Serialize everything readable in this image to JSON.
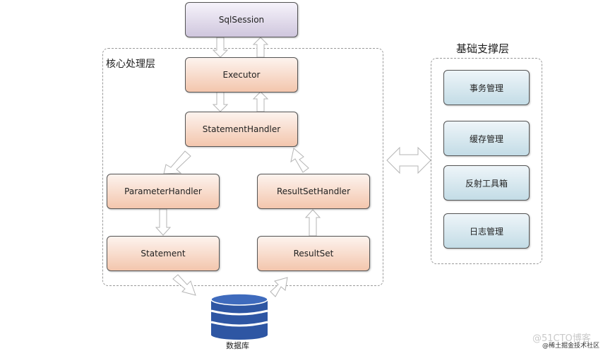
{
  "nodes": {
    "sqlsession": "SqlSession",
    "executor": "Executor",
    "statement_handler": "StatementHandler",
    "parameter_handler": "ParameterHandler",
    "resultset_handler": "ResultSetHandler",
    "statement": "Statement",
    "resultset": "ResultSet"
  },
  "core_layer": {
    "title": "核心处理层"
  },
  "support_layer": {
    "title": "基础支撑层",
    "items": [
      "事务管理",
      "缓存管理",
      "反射工具箱",
      "日志管理"
    ]
  },
  "database": {
    "label": "数据库"
  },
  "watermark": {
    "main": "@51CTO博客",
    "sub": "@稀土掘金技术社区"
  },
  "colors": {
    "purple": "#cfc6dd",
    "orange": "#f3c6ad",
    "blue": "#c3dce6",
    "db": "#2e56a3"
  }
}
